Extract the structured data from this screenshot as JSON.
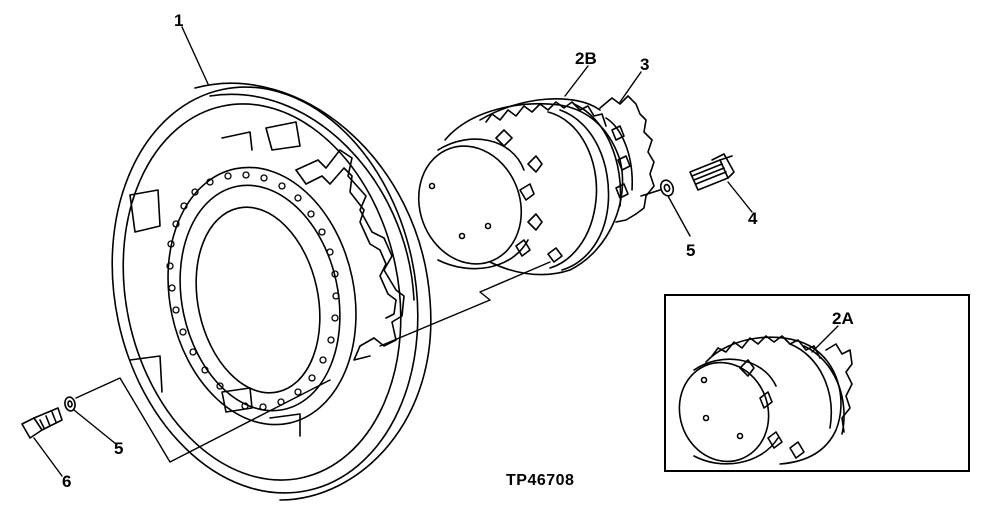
{
  "callouts": {
    "c1": "1",
    "c2B": "2B",
    "c3": "3",
    "c4": "4",
    "c5_right": "5",
    "c5_left": "5",
    "c6": "6",
    "c2A": "2A"
  },
  "figure_id": "TP46708",
  "colors": {
    "ink": "#000000",
    "paper": "#ffffff"
  }
}
